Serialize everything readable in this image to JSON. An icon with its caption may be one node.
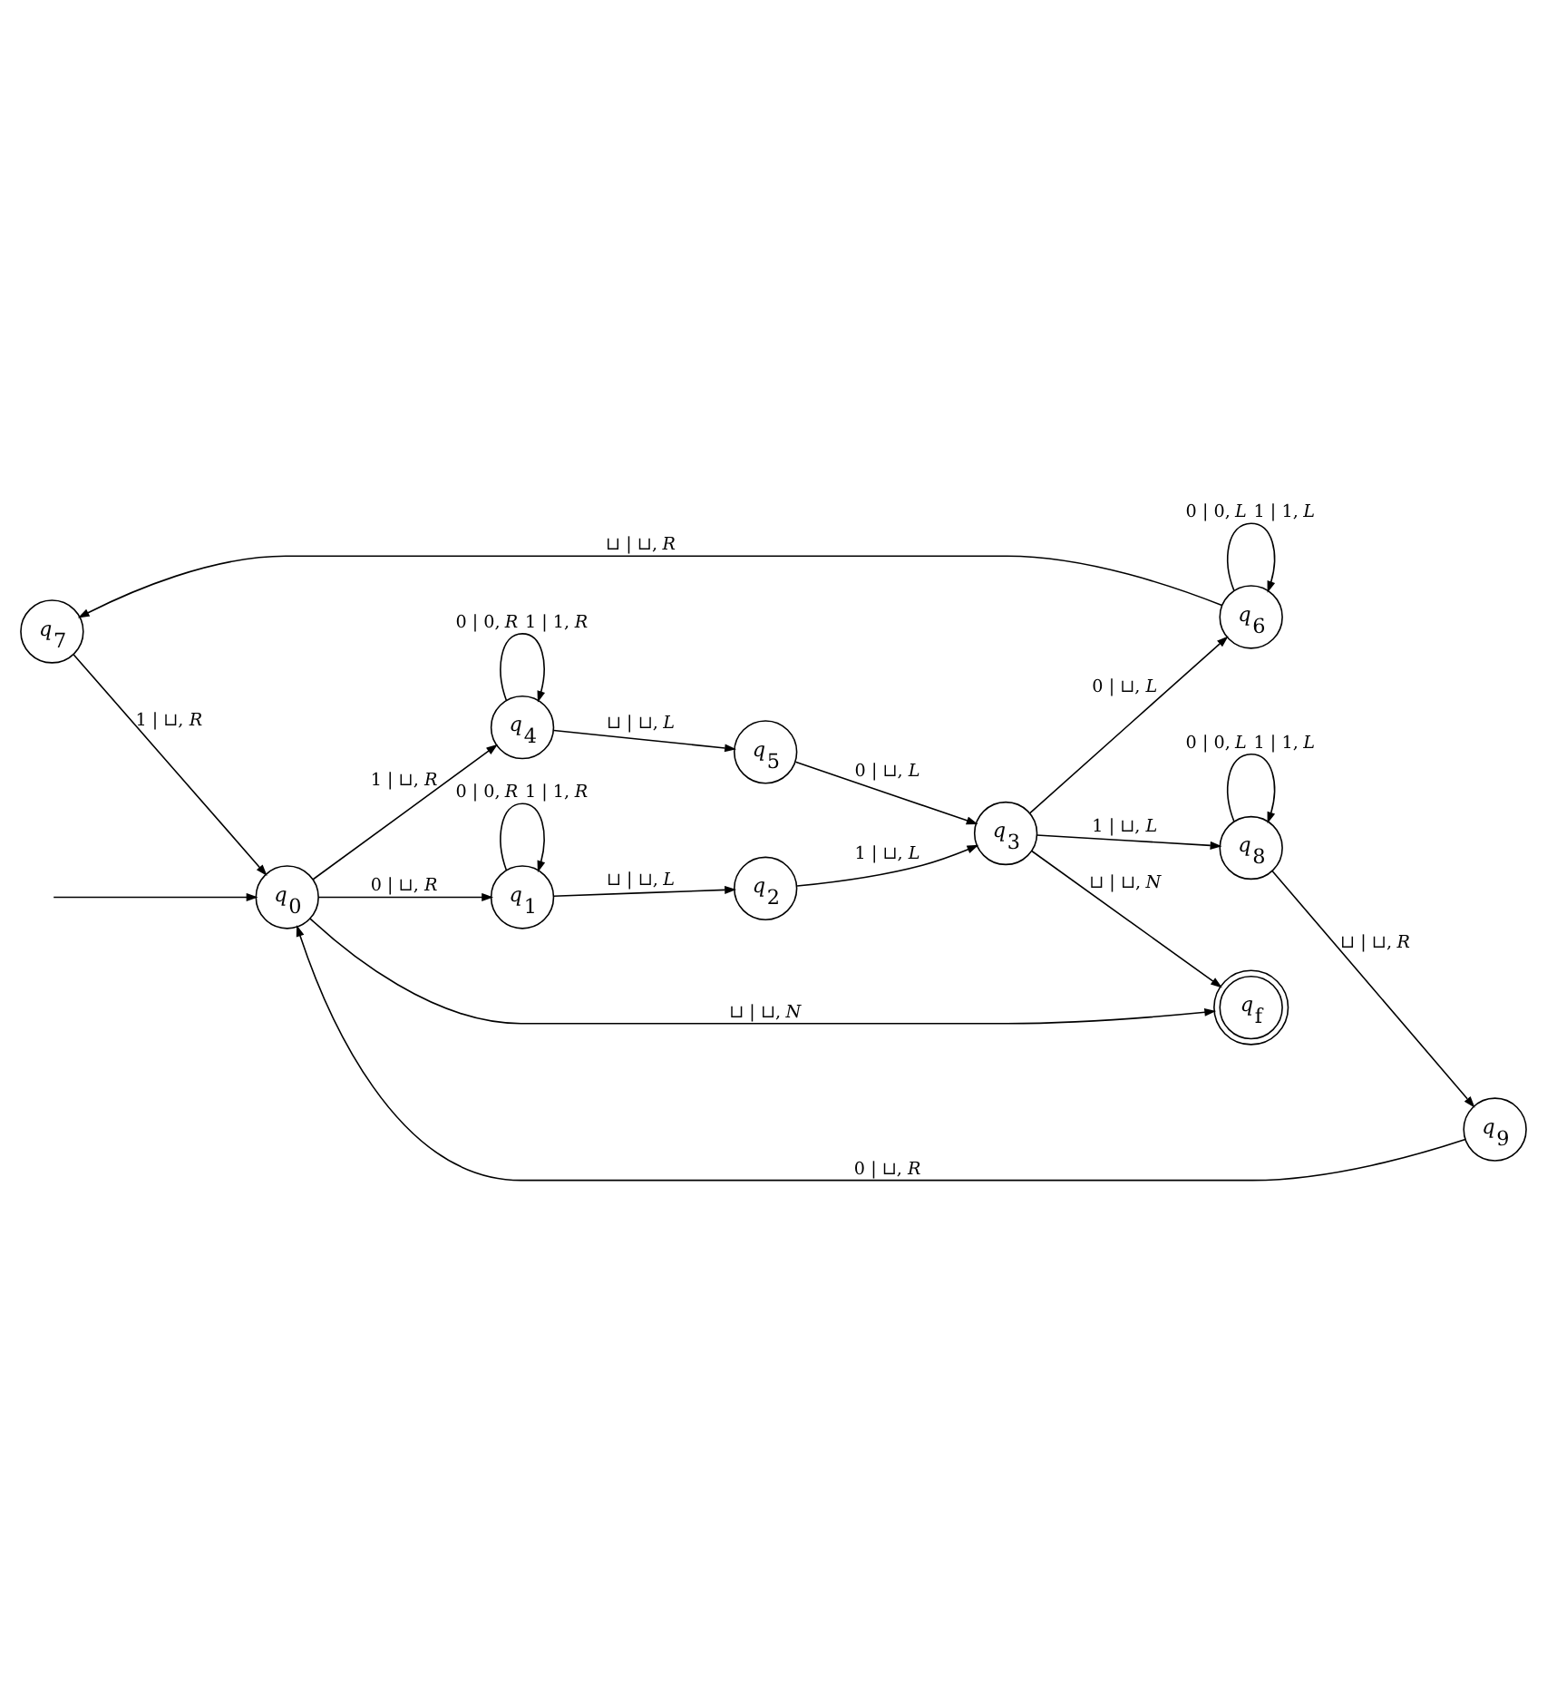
{
  "diagram": {
    "nodes": [
      {
        "text": [
          "*q*$_{7}$"
        ]
      },
      {
        "text": [
          "*q*$_{6}$"
        ]
      },
      {
        "text": [
          "*q*$_{1}$"
        ]
      },
      {
        "text": [
          "*q*$_{2}$"
        ]
      },
      {
        "text": [
          "*q*$_{0}$"
        ]
      },
      {
        "text": [
          "*q*$_{f}$"
        ]
      },
      {
        "text": [
          "*q*$_{3}$"
        ]
      },
      {
        "text": [
          "*q*$_{4}$"
        ]
      },
      {
        "text": [
          "*q*$_{5}$"
        ]
      },
      {
        "text": [
          "*q*$_{9}$"
        ]
      },
      {
        "text": [
          "*q*$_{8}$"
        ]
      }
    ],
    "edges": [
      {
        "from": null,
        "to": 4,
        "arrow": "to"
      },
      {
        "from": 4,
        "to": 2,
        "arrow": "to",
        "label": "0 | ⊔, *R*"
      },
      {
        "from": 2,
        "to": 2,
        "arrow": "to",
        "label": "0 | 0, *R* 1 | 1, *R*"
      },
      {
        "from": 2,
        "to": 3,
        "arrow": "to",
        "label": "⊔ | ⊔, *L*"
      },
      {
        "from": 3,
        "to": 6,
        "arrow": "to",
        "label": "1 | ⊔, *L*"
      },
      {
        "from": 6,
        "to": 1,
        "arrow": "to",
        "label": "0 | ⊔, *L*"
      },
      {
        "from": 1,
        "to": 1,
        "arrow": "to",
        "label": "0 | 0, *L* 1 | 1, *L*"
      },
      {
        "from": 1,
        "to": 0,
        "arrow": "to",
        "label": "⊔ | ⊔, *R*"
      },
      {
        "from": 0,
        "to": 4,
        "arrow": "to",
        "label": "1 | ⊔, *R*"
      },
      {
        "from": 4,
        "to": 5,
        "arrow": "to",
        "label": "⊔ | ⊔, *N*"
      },
      {
        "from": 6,
        "to": 5,
        "arrow": "to",
        "label": "⊔ | ⊔, *N*"
      },
      {
        "from": 4,
        "to": 7,
        "arrow": "to",
        "label": "1 | ⊔, *R*"
      },
      {
        "from": 7,
        "to": 7,
        "arrow": "to",
        "label": "0 | 0, *R* 1 | 1, *R*"
      },
      {
        "from": 7,
        "to": 8,
        "arrow": "to",
        "label": "⊔ | ⊔, *L*"
      },
      {
        "from": 8,
        "to": 6,
        "arrow": "to",
        "label": "0 | ⊔, *L*"
      },
      {
        "from": 6,
        "to": 10,
        "arrow": "to",
        "label": "1 | ⊔, *L*"
      },
      {
        "from": 10,
        "to": 10,
        "arrow": "to",
        "label": "0 | 0, *L* 1 | 1, *L*"
      },
      {
        "from": 10,
        "to": 9,
        "arrow": "to",
        "label": "⊔ | ⊔, *R*"
      },
      {
        "from": 9,
        "to": 4,
        "arrow": "to",
        "label": "0 | ⊔, *R*"
      }
    ]
  }
}
